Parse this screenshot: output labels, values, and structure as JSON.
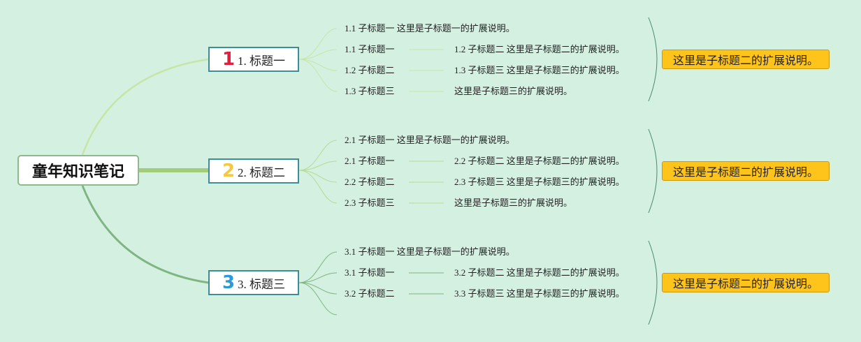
{
  "root": {
    "title": "童年知识笔记"
  },
  "colors": {
    "background": "#d4f0e1",
    "badge1": "#e02040",
    "badge2": "#f5c842",
    "badge3": "#2a9ad8",
    "note": "#ffc41c"
  },
  "branches": [
    {
      "num": "1",
      "label": "1. 标题一",
      "rows": [
        {
          "left": "1.1 子标题一 这里是子标题一的扩展说明。",
          "right": ""
        },
        {
          "left": "1.1 子标题一",
          "right": "1.2 子标题二 这里是子标题二的扩展说明。"
        },
        {
          "left": "1.2 子标题二",
          "right": "1.3 子标题三 这里是子标题三的扩展说明。"
        },
        {
          "left": "1.3 子标题三",
          "right": "这里是子标题三的扩展说明。"
        }
      ],
      "note": "这里是子标题二的扩展说明。"
    },
    {
      "num": "2",
      "label": "2. 标题二",
      "rows": [
        {
          "left": "2.1 子标题一 这里是子标题一的扩展说明。",
          "right": ""
        },
        {
          "left": "2.1 子标题一",
          "right": "2.2 子标题二 这里是子标题二的扩展说明。"
        },
        {
          "left": "2.2 子标题二",
          "right": "2.3 子标题三 这里是子标题三的扩展说明。"
        },
        {
          "left": "2.3 子标题三",
          "right": "这里是子标题三的扩展说明。"
        }
      ],
      "note": "这里是子标题二的扩展说明。"
    },
    {
      "num": "3",
      "label": "3. 标题三",
      "rows": [
        {
          "left": "3.1 子标题一 这里是子标题一的扩展说明。",
          "right": ""
        },
        {
          "left": "3.1 子标题一",
          "right": "3.2 子标题二 这里是子标题二的扩展说明。"
        },
        {
          "left": "3.2 子标题二",
          "right": "3.3 子标题三 这里是子标题三的扩展说明。"
        }
      ],
      "note": "这里是子标题二的扩展说明。"
    }
  ]
}
